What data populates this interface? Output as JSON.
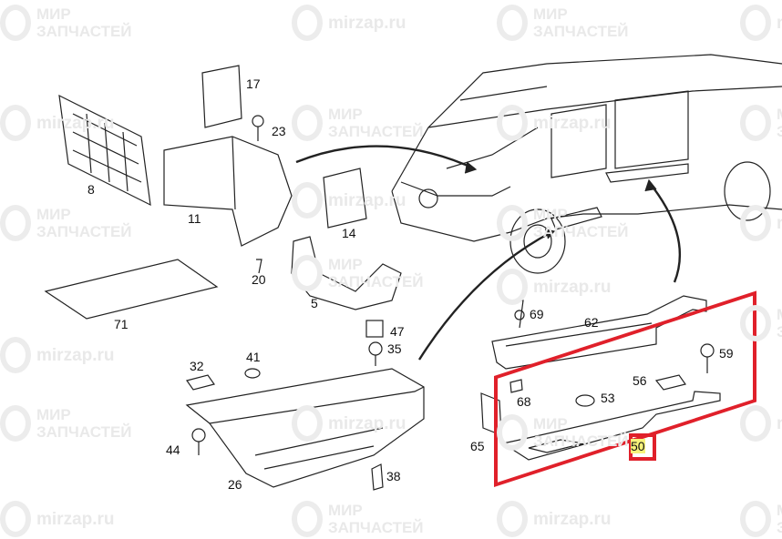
{
  "watermark": {
    "brand_line1": "МИР",
    "brand_line2": "ЗАПЧАСТЕЙ",
    "url": "mirzap.ru"
  },
  "parts": {
    "p17": "17",
    "p23": "23",
    "p8": "8",
    "p11": "11",
    "p14": "14",
    "p20": "20",
    "p5": "5",
    "p71": "71",
    "p47": "47",
    "p35": "35",
    "p41": "41",
    "p32": "32",
    "p44": "44",
    "p26": "26",
    "p38": "38",
    "p69": "69",
    "p62": "62",
    "p59": "59",
    "p56": "56",
    "p53": "53",
    "p68": "68",
    "p65": "65",
    "p50": "50"
  },
  "highlight": {
    "selected_part": "50",
    "box_color": "#e0202a",
    "label_bg": "#f6f27a"
  }
}
